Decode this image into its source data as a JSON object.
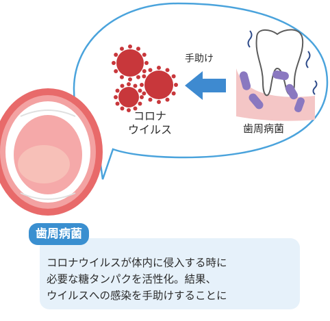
{
  "bubble": {
    "virus_label_line1": "コロナ",
    "virus_label_line2": "ウイルス",
    "arrow_label": "手助け",
    "bacteria_label": "歯周病菌"
  },
  "info": {
    "title": "歯周病菌",
    "lines": [
      "コロナウイルスが体内に侵入する時に",
      "必要な糖タンパクを活性化。結果、",
      "ウイルスへの感染を手助けすることに"
    ]
  },
  "colors": {
    "virus": "#c8373b",
    "arrow": "#3e8ad0",
    "bacteria": "#8a78c0",
    "gum": "#f4c6c6",
    "badge": "#3a8fd0",
    "box": "#e6f1fa",
    "bubble_stroke": "#4aa3dc"
  }
}
